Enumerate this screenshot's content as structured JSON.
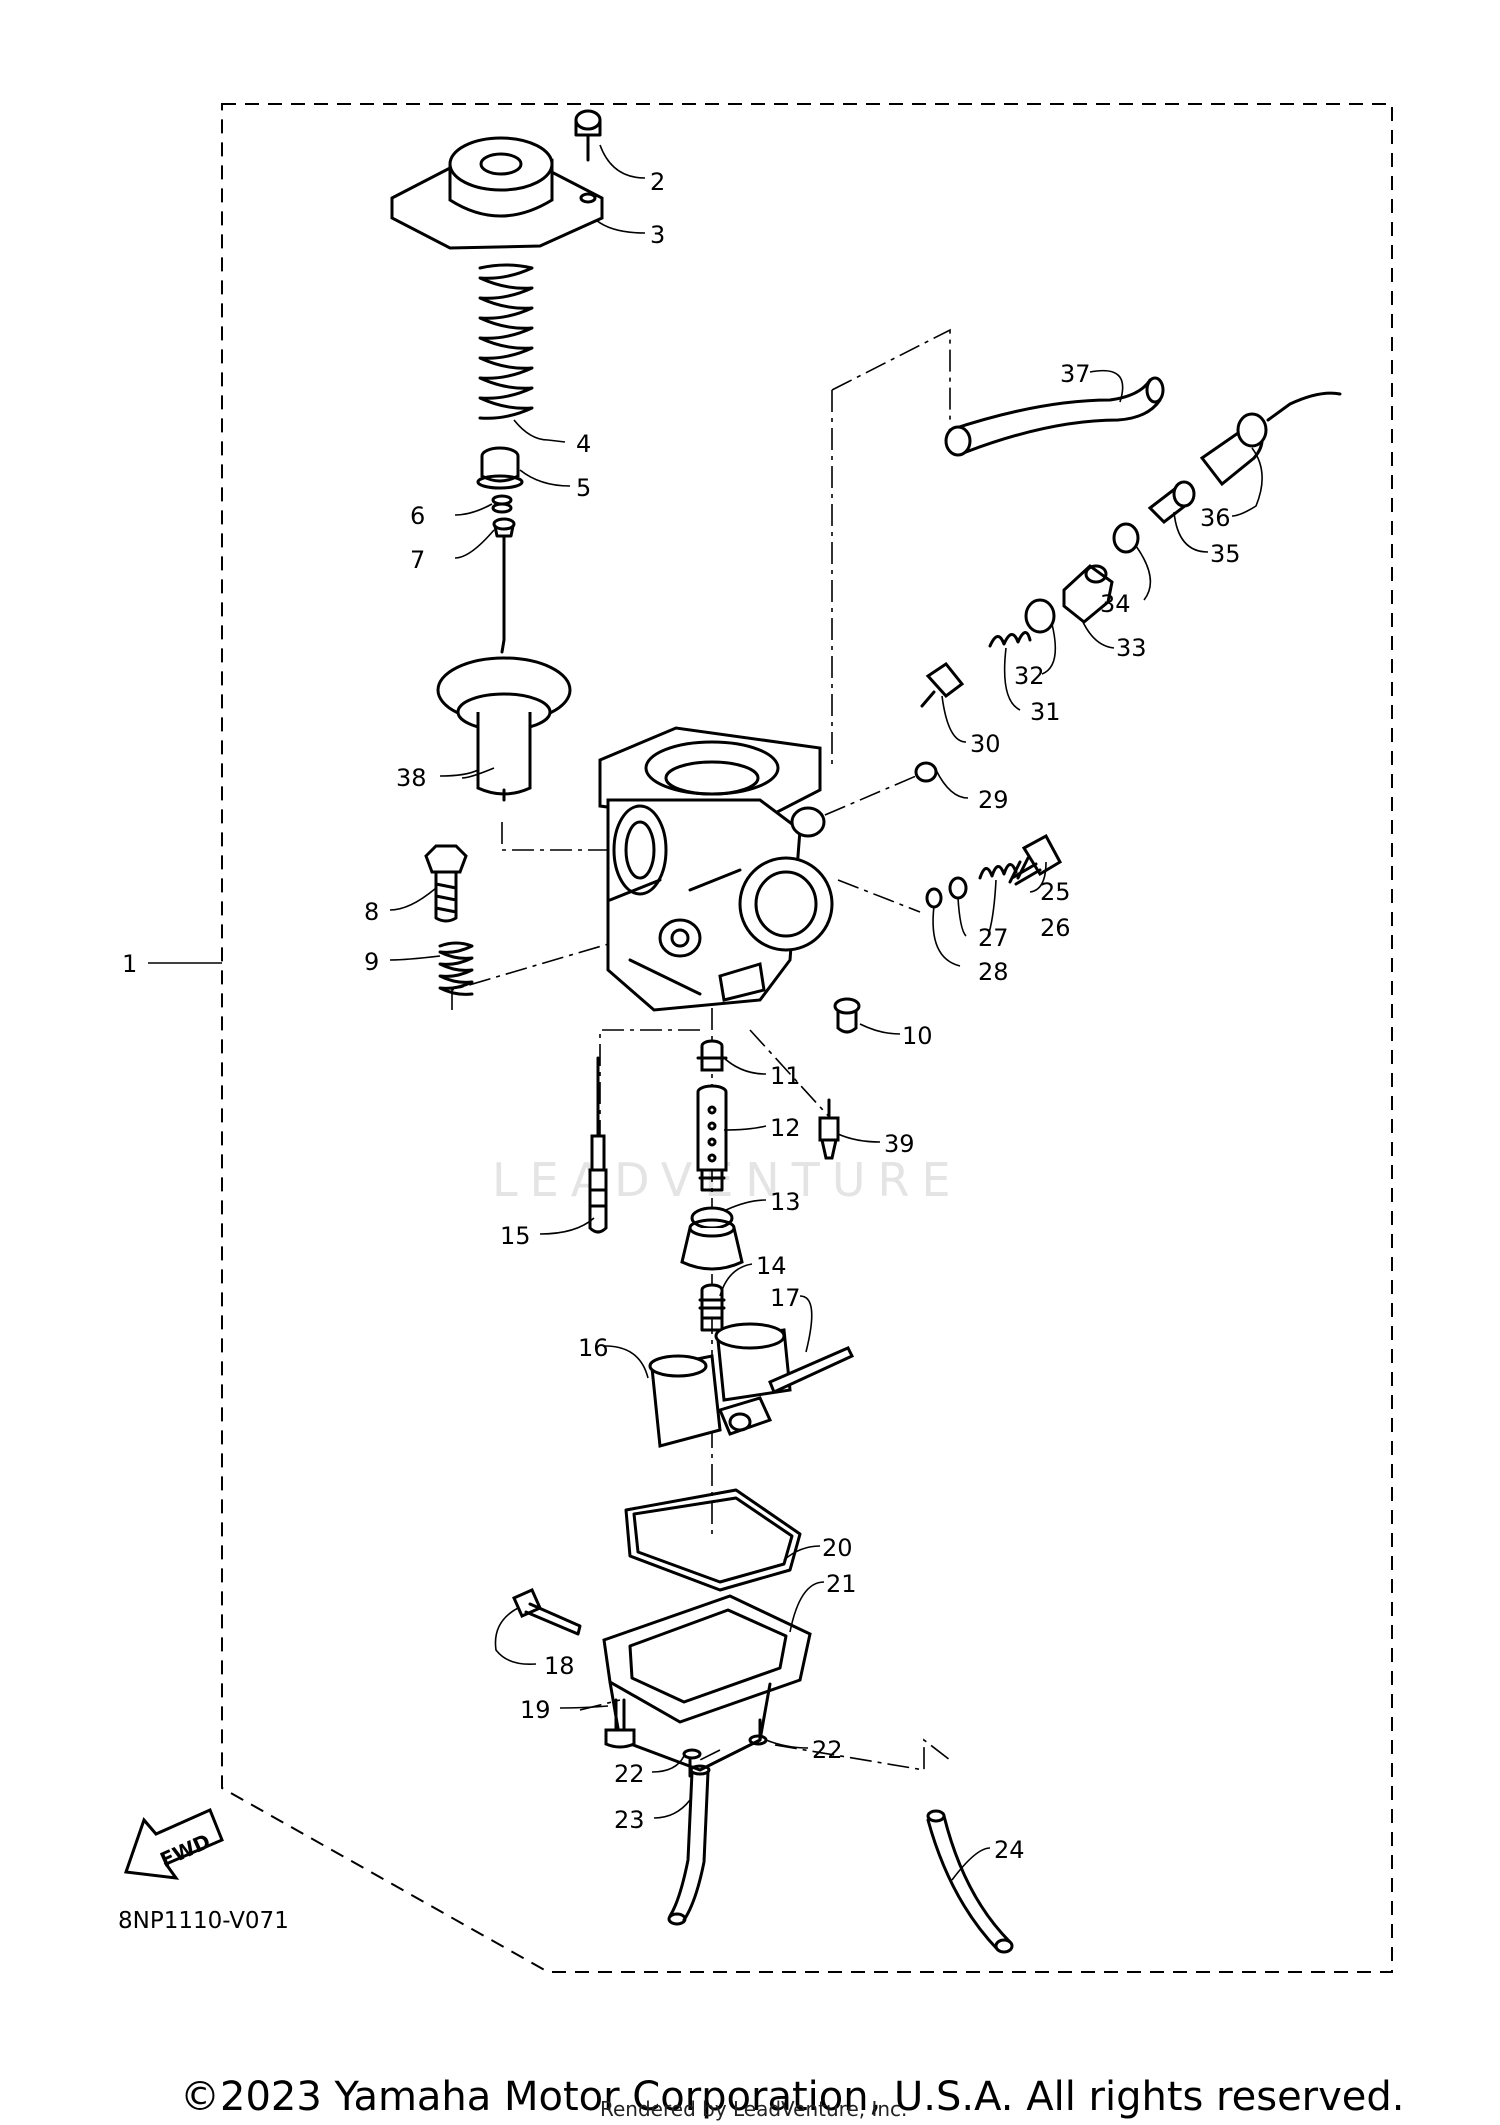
{
  "diagram": {
    "reference_code": "8NP1110-V071",
    "fwd_label": "FWD",
    "watermark": "LEADVENTURE",
    "copyright": "©2023 Yamaha Motor Corporation, U.S.A. All rights reserved.",
    "rendered_by": "Rendered by LeadVenture, Inc.",
    "callouts": [
      "1",
      "2",
      "3",
      "4",
      "5",
      "6",
      "7",
      "8",
      "9",
      "10",
      "11",
      "12",
      "13",
      "14",
      "15",
      "16",
      "17",
      "18",
      "19",
      "20",
      "21",
      "22",
      "22",
      "23",
      "24",
      "25",
      "26",
      "27",
      "28",
      "29",
      "30",
      "31",
      "32",
      "33",
      "34",
      "35",
      "36",
      "37",
      "38",
      "39"
    ]
  }
}
